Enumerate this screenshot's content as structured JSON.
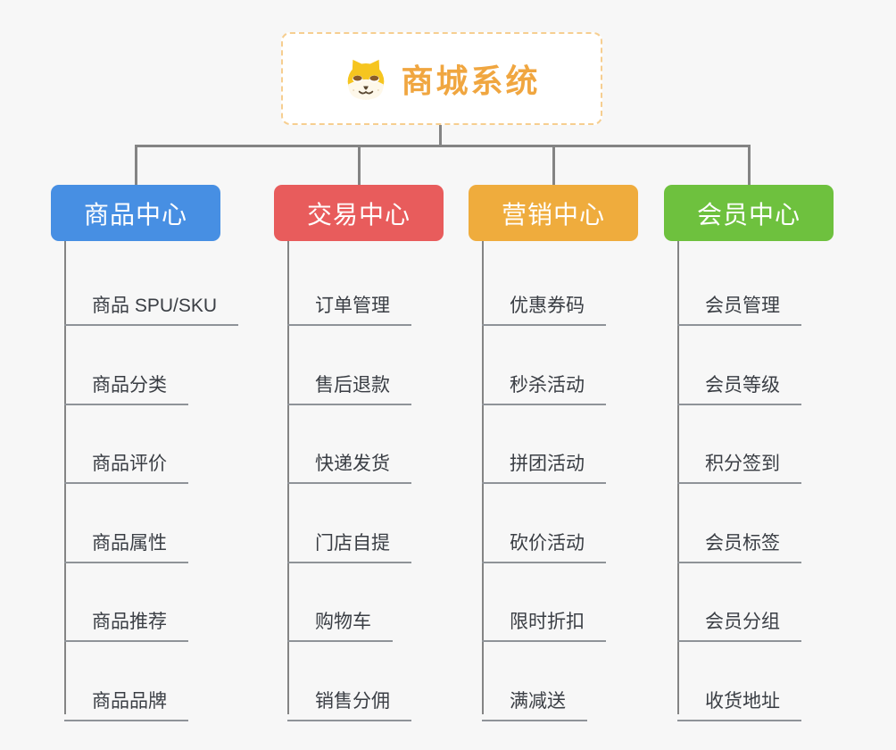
{
  "canvas": {
    "background": "#F7F7F7",
    "connector_color": "#848484",
    "underline_color": "#8F9398",
    "item_text_color": "#3A3E44"
  },
  "root": {
    "title": "商城系统",
    "icon": "shiba-dog-icon",
    "title_color": "#F0A640",
    "border_color": "#F6CE90",
    "background": "#FFFFFF"
  },
  "branches": [
    {
      "label": "商品中心",
      "color": "#478FE3",
      "items": [
        "商品 SPU/SKU",
        "商品分类",
        "商品评价",
        "商品属性",
        "商品推荐",
        "商品品牌"
      ]
    },
    {
      "label": "交易中心",
      "color": "#E85C5C",
      "items": [
        "订单管理",
        "售后退款",
        "快递发货",
        "门店自提",
        "购物车",
        "销售分佣"
      ]
    },
    {
      "label": "营销中心",
      "color": "#EFAC3D",
      "items": [
        "优惠券码",
        "秒杀活动",
        "拼团活动",
        "砍价活动",
        "限时折扣",
        "满减送"
      ]
    },
    {
      "label": "会员中心",
      "color": "#6EC13E",
      "items": [
        "会员管理",
        "会员等级",
        "积分签到",
        "会员标签",
        "会员分组",
        "收货地址"
      ]
    }
  ]
}
